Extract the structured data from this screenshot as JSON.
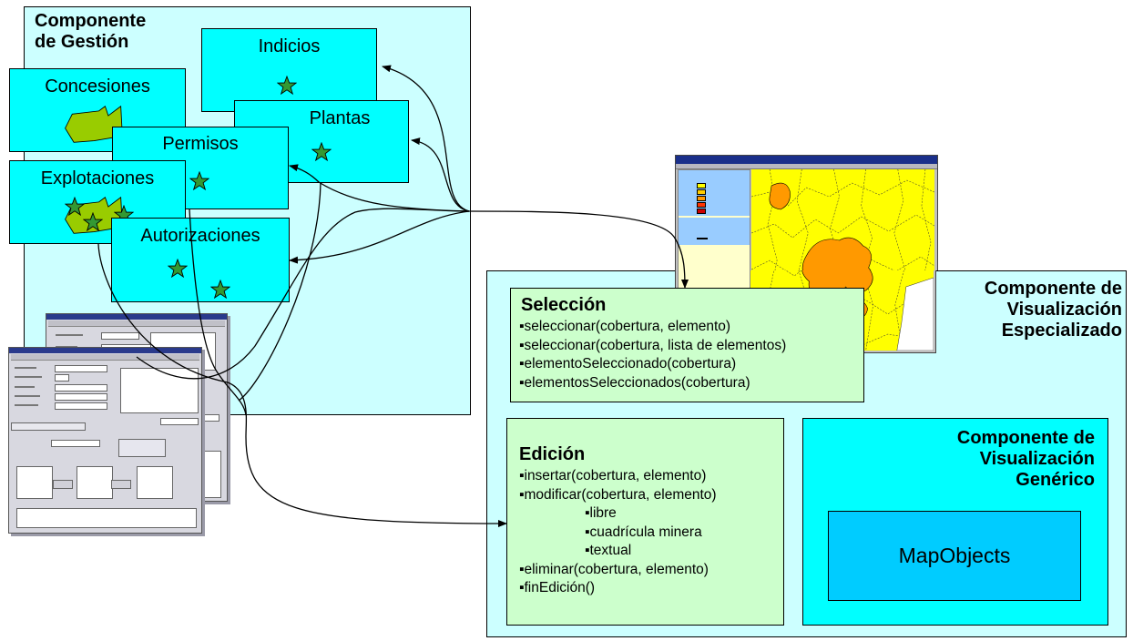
{
  "gestion": {
    "title_line1": "Componente",
    "title_line2": "de Gestión",
    "layers": {
      "indicios": "Indicios",
      "concesiones": "Concesiones",
      "plantas": "Plantas",
      "permisos": "Permisos",
      "explotaciones": "Explotaciones",
      "autorizaciones": "Autorizaciones"
    }
  },
  "especializado": {
    "title_line1": "Componente de",
    "title_line2": "Visualización",
    "title_line3": "Especializado"
  },
  "seleccion": {
    "title": "Selección",
    "methods": [
      "▪seleccionar(cobertura, elemento)",
      "▪seleccionar(cobertura, lista de elementos)",
      "▪elementoSeleccionado(cobertura)",
      "▪elementosSeleccionados(cobertura)"
    ]
  },
  "edicion": {
    "title": "Edición",
    "methods": [
      "▪insertar(cobertura, elemento)",
      "▪modificar(cobertura, elemento)"
    ],
    "sub_items": [
      "▪libre",
      "▪cuadrícula minera",
      "▪textual"
    ],
    "methods_after": [
      "▪eliminar(cobertura, elemento)",
      "▪finEdición()"
    ]
  },
  "generico": {
    "title_line1": "Componente de",
    "title_line2": "Visualización",
    "title_line3": "Genérico",
    "mapobjects": "MapObjects"
  },
  "colors": {
    "panel_light": "#ccffff",
    "panel_cyan": "#00ffff",
    "panel_green": "#ccffcc",
    "mapobjects_blue": "#00ccff",
    "polygon_green": "#99cc00",
    "star_green": "#339933",
    "map_yellow": "#ffff00",
    "map_orange": "#ff9900"
  }
}
